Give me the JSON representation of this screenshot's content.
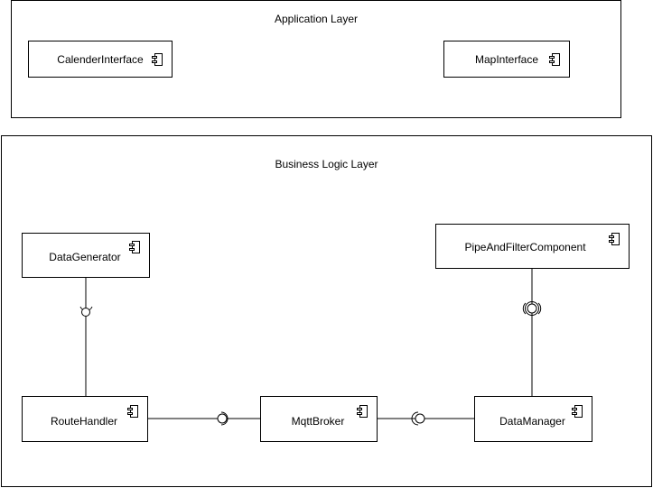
{
  "application_layer": {
    "title": "Application Layer",
    "components": [
      {
        "label": "CalenderInterface",
        "icon": "component-icon"
      },
      {
        "label": "MapInterface",
        "icon": "component-icon"
      }
    ]
  },
  "business_logic_layer": {
    "title": "Business Logic Layer",
    "components": [
      {
        "label": "DataGenerator",
        "icon": "component-icon"
      },
      {
        "label": "PipeAndFilterComponent",
        "icon": "component-icon"
      },
      {
        "label": "RouteHandler",
        "icon": "component-icon"
      },
      {
        "label": "MqttBroker",
        "icon": "component-icon"
      },
      {
        "label": "DataManager",
        "icon": "component-icon"
      }
    ]
  }
}
